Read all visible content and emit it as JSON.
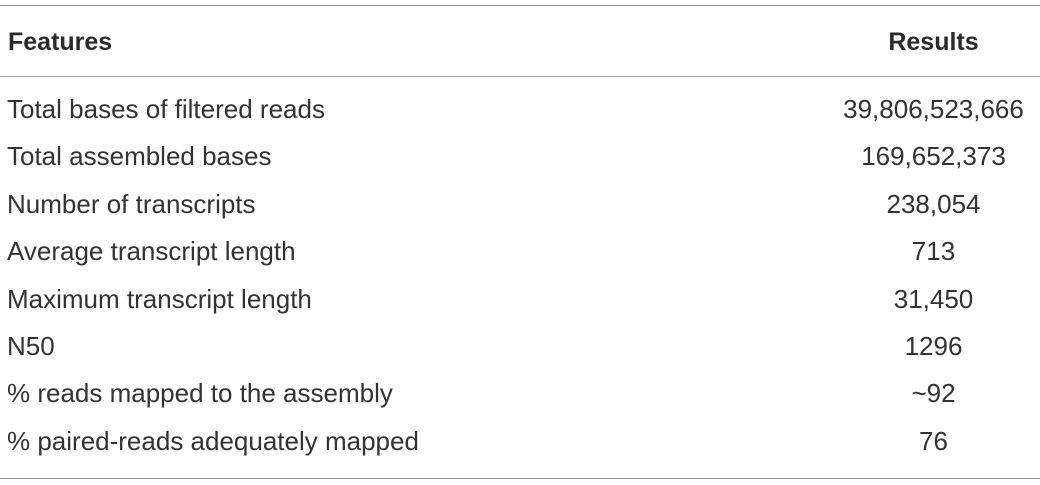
{
  "table": {
    "headers": {
      "features": "Features",
      "results": "Results"
    },
    "rows": [
      {
        "feature": "Total bases of filtered reads",
        "result": "39,806,523,666"
      },
      {
        "feature": "Total assembled bases",
        "result": "169,652,373"
      },
      {
        "feature": "Number of transcripts",
        "result": "238,054"
      },
      {
        "feature": "Average transcript length",
        "result": "713"
      },
      {
        "feature": "Maximum transcript length",
        "result": "31,450"
      },
      {
        "feature": "N50",
        "result": "1296"
      },
      {
        "feature": "% reads mapped to the assembly",
        "result": "~92"
      },
      {
        "feature": "% paired-reads adequately mapped",
        "result": "76"
      }
    ]
  }
}
